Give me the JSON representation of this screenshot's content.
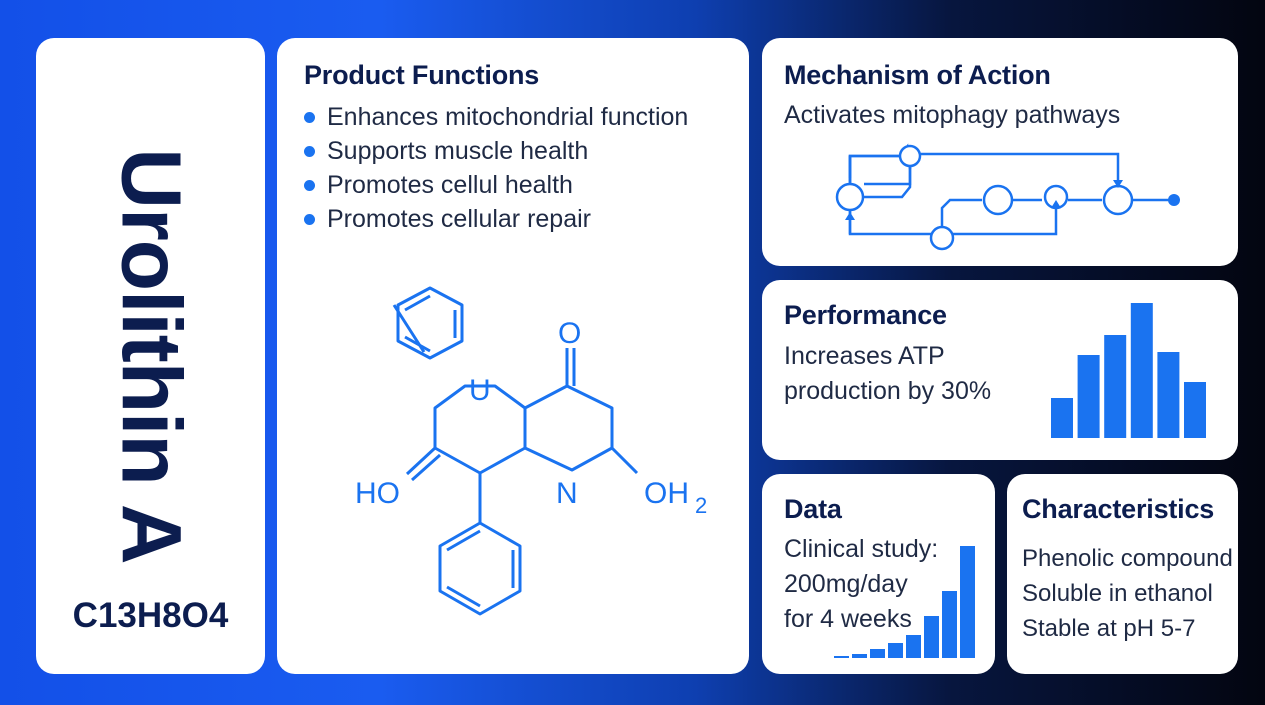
{
  "title_card": {
    "title": "Urolithin A",
    "formula": "C13H8O4"
  },
  "functions": {
    "heading": "Product Functions",
    "items": [
      "Enhances mitochondrial function",
      "Supports muscle health",
      "Promotes cellul health",
      "Promotes cellular repair"
    ],
    "molecule_labels": {
      "o": "O",
      "u": "U",
      "ho": "HO",
      "n": "N",
      "oh2": "OH",
      "oh2_sub": "2"
    }
  },
  "mechanism": {
    "heading": "Mechanism of Action",
    "text": "Activates mitophagy pathways"
  },
  "performance": {
    "heading": "Performance",
    "lines": [
      "Increases ATP",
      "production by 30%"
    ]
  },
  "data": {
    "heading": "Data",
    "lines": [
      "Clinical study:",
      "200mg/day",
      "for 4 weeks"
    ]
  },
  "characteristics": {
    "heading": "Characteristics",
    "lines": [
      "Phenolic compound",
      "Soluble in ethanol",
      "Stable at pH 5-7"
    ]
  },
  "colors": {
    "accent": "#1a73f0",
    "navy": "#0c1d4f"
  },
  "chart_data": [
    {
      "type": "bar",
      "values": [
        40,
        83,
        103,
        135,
        86,
        56
      ]
    },
    {
      "type": "bar",
      "values": [
        2,
        4,
        9,
        15,
        23,
        42,
        67,
        112
      ]
    }
  ]
}
